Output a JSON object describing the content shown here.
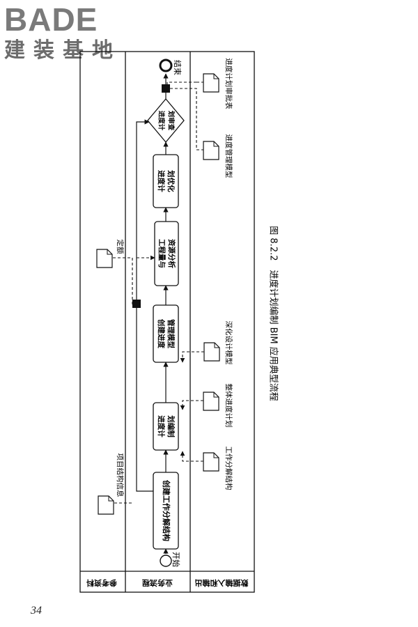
{
  "logo": {
    "brand": "BADE",
    "subtitle": "建装基地"
  },
  "lanes": [
    "参考资料",
    "业务流程",
    "数据输入和输出"
  ],
  "nodes": {
    "start": "开始",
    "end": "结束",
    "p1": "创建工作分解结构",
    "p2": [
      "进度计",
      "划编制"
    ],
    "p3": [
      "创建进度",
      "管理模型"
    ],
    "p4": [
      "工程量与",
      "资源分析"
    ],
    "p5": [
      "进度计",
      "划优化"
    ],
    "decision": [
      "进度计",
      "划审查"
    ]
  },
  "references": {
    "r1": "项目结构信息",
    "r2": "定额"
  },
  "data_items": {
    "i1": "工作分解结构",
    "i2": "整体进度计划",
    "i3": "深化设计模型",
    "o1": "进度管理模型",
    "o2": "进度计划审批表"
  },
  "caption": "图 8.2.2　进度计划编制 BIM 应用典型流程",
  "page_number": "34"
}
